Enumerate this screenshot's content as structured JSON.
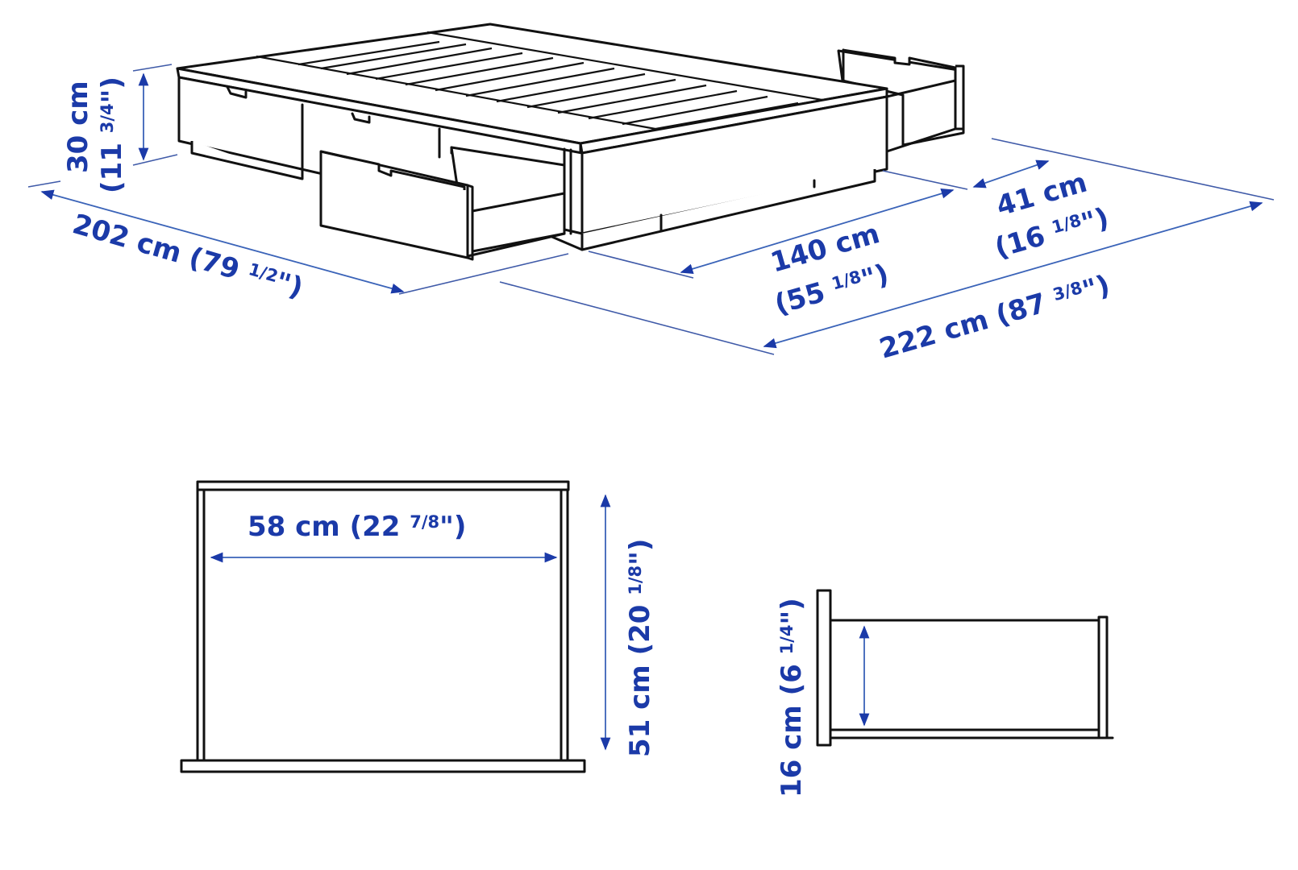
{
  "title": "Bed frame with storage drawers – dimension drawing",
  "colors": {
    "line": "#111111",
    "dimension_text": "#1b3aa8",
    "dimension_line": "#3a63b8",
    "background": "#ffffff"
  },
  "bed_view": {
    "height": {
      "cm": "30 cm",
      "inch_paren_open": "(11 ",
      "inch_frac": "3/4",
      "inch_close": "\")"
    },
    "length": {
      "cm": "202 cm",
      "inch_paren_open": "(79 ",
      "inch_frac": "1/2",
      "inch_close": "\")"
    },
    "width": {
      "cm": "140 cm",
      "inch_paren_open": "(55 ",
      "inch_frac": "1/8",
      "inch_close": "\")"
    },
    "drawer_extension": {
      "cm": "41 cm",
      "inch_paren_open": "(16 ",
      "inch_frac": "1/8",
      "inch_close": "\")"
    },
    "total_width": {
      "cm": "222 cm",
      "inch_paren_open": "(87 ",
      "inch_frac": "3/8",
      "inch_close": "\")"
    }
  },
  "drawer_top_view": {
    "inner_width": {
      "full": "58 cm (22 ",
      "frac": "7/8",
      "close": "\")"
    },
    "inner_depth": {
      "full": "51 cm (20 ",
      "frac": "1/8",
      "close": "\")"
    }
  },
  "drawer_side_view": {
    "inner_height": {
      "full": "16 cm (6 ",
      "frac": "1/4",
      "close": "\")"
    }
  },
  "icons": [
    "arrow-head-icon",
    "dimension-line-icon"
  ]
}
